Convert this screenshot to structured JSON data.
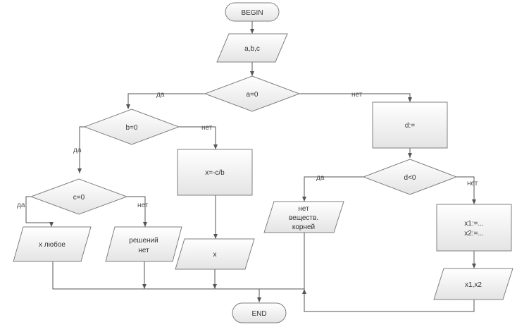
{
  "nodes": {
    "begin": "BEGIN",
    "input": "a,b,c",
    "cond_a": "a=0",
    "cond_b": "b=0",
    "cond_c": "c=0",
    "x_any": "x любое",
    "no_solutions_1": "решений",
    "no_solutions_2": "нет",
    "calc_x": "x=-c/b",
    "output_x": "x",
    "calc_d": "d:=",
    "cond_d": "d<0",
    "no_real_1": "нет",
    "no_real_2": "веществ.",
    "no_real_3": "корней",
    "calc_roots_1": "x1:=...",
    "calc_roots_2": "x2:=...",
    "output_roots": "x1,x2",
    "end": "END"
  },
  "labels": {
    "yes": "да",
    "no": "нет"
  }
}
